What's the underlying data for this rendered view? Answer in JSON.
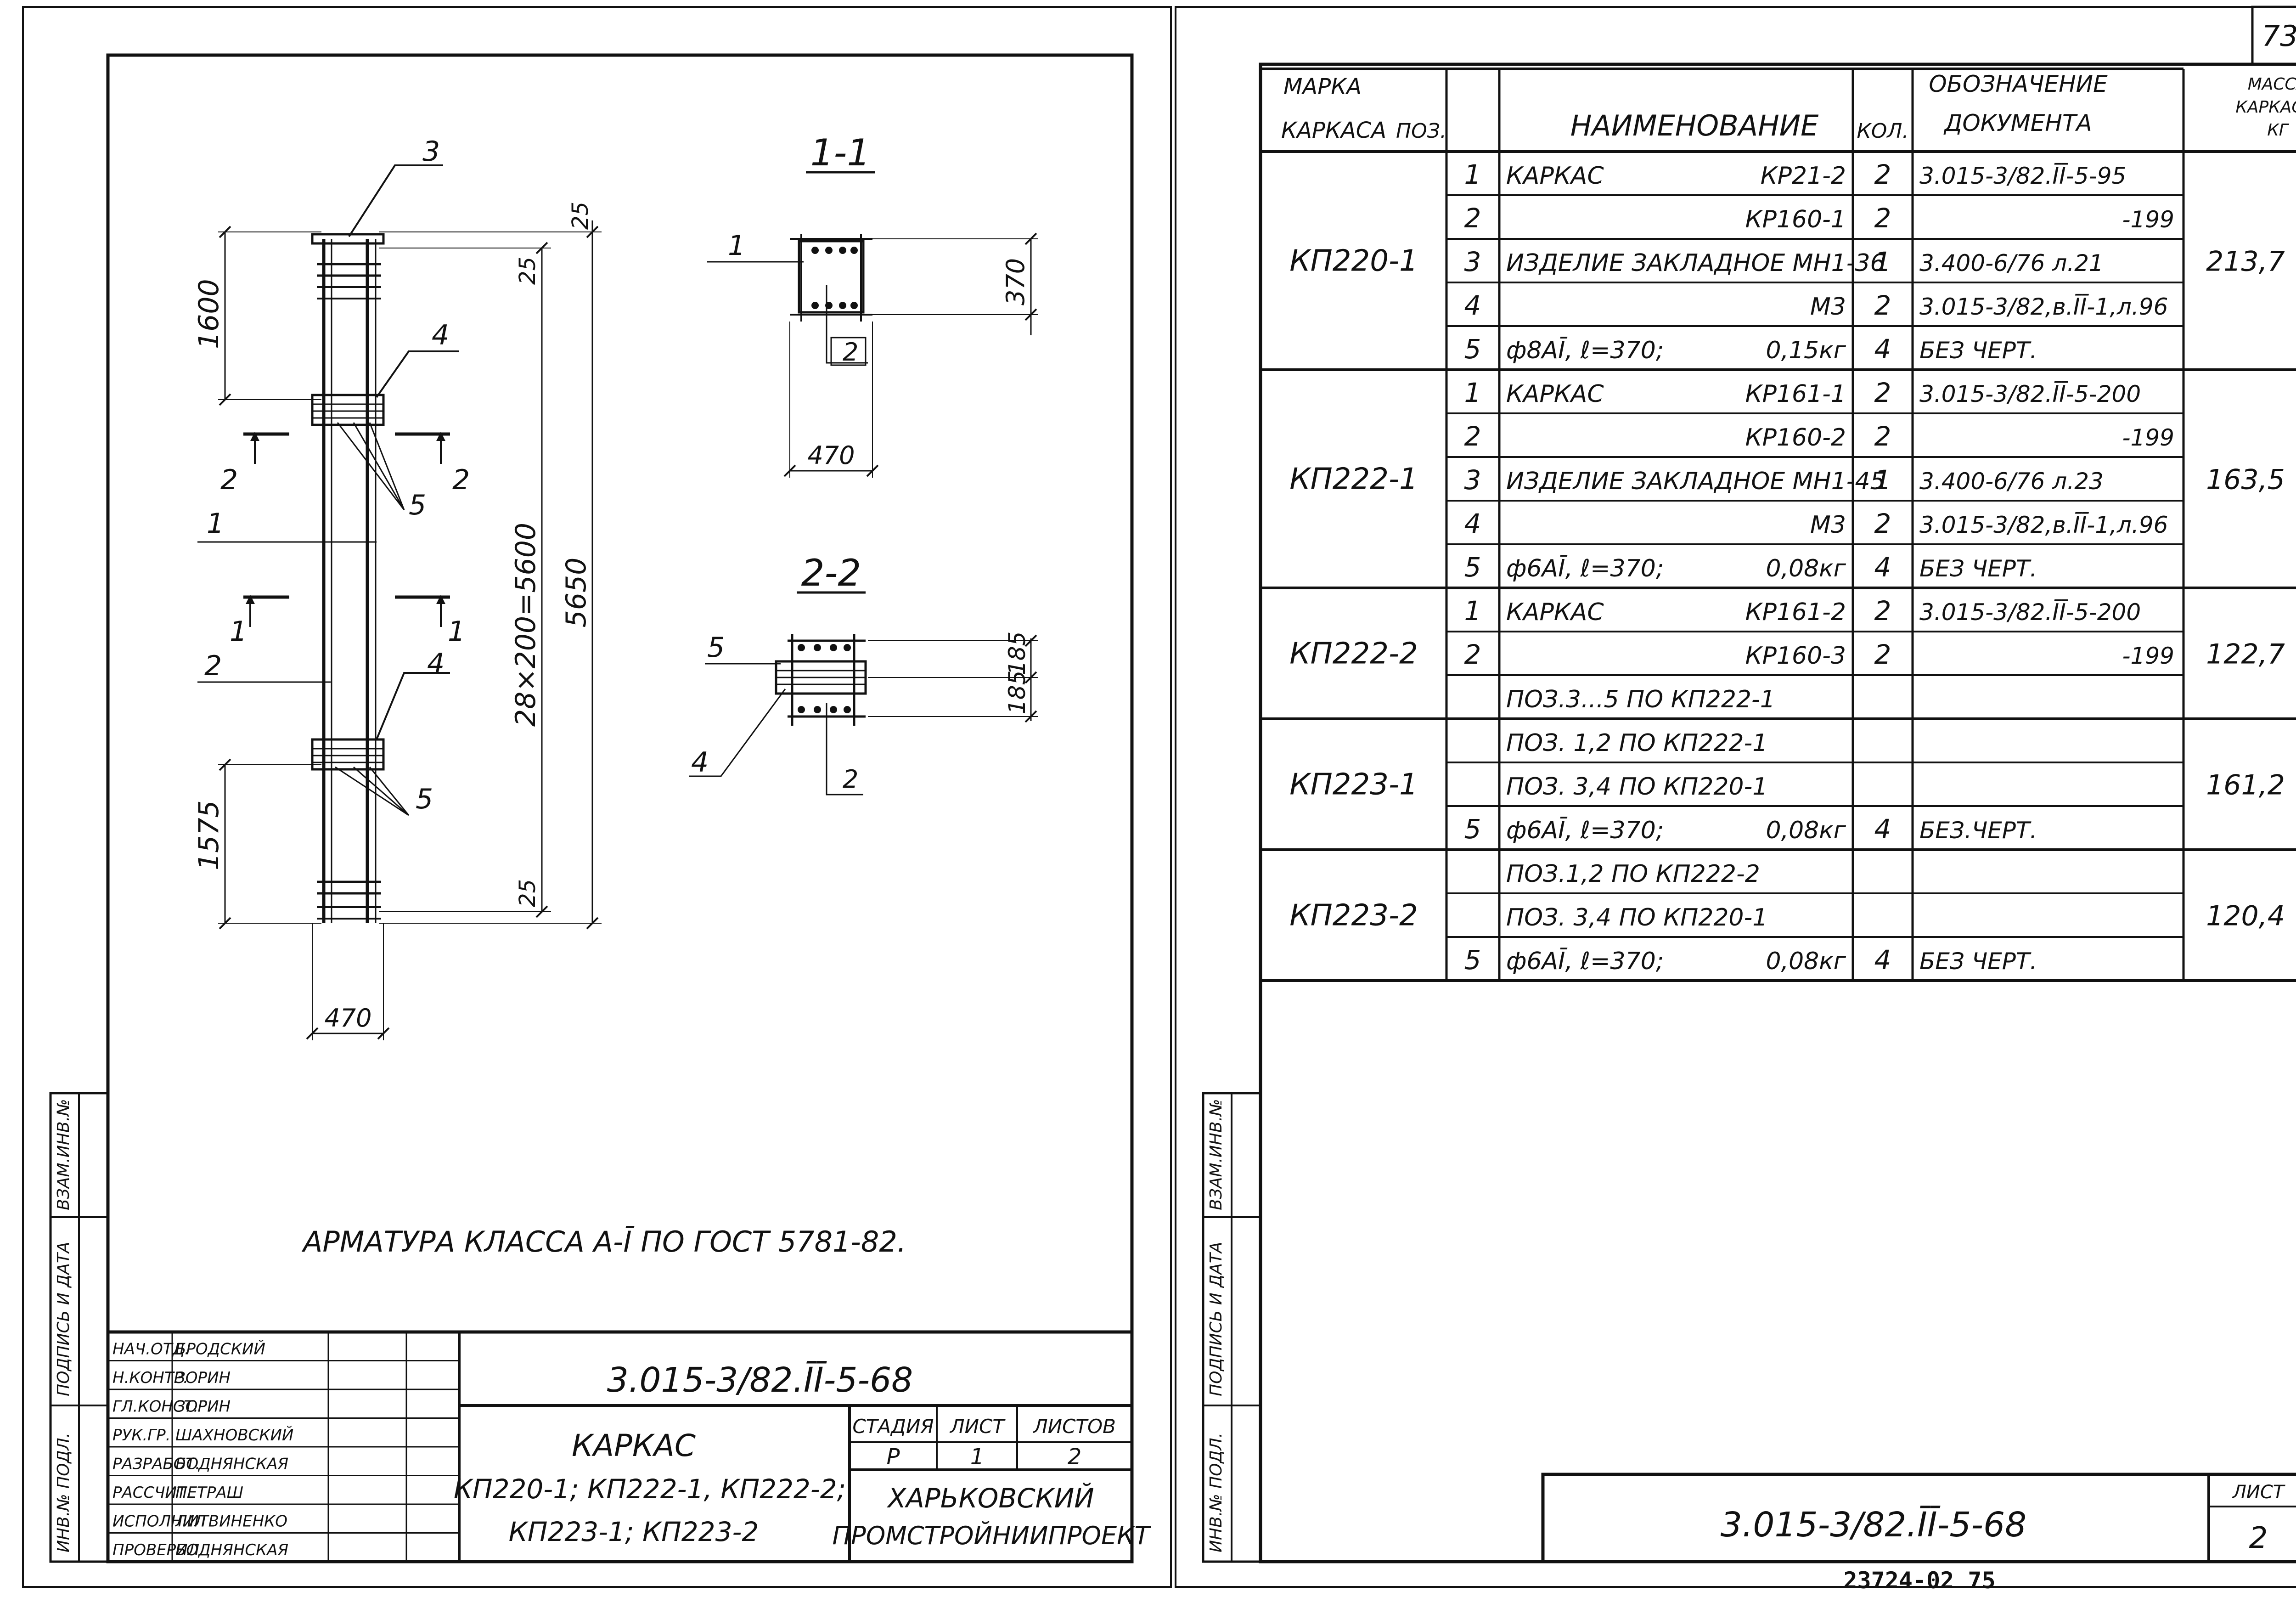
{
  "sheet_number_top": "73",
  "left_sheet": {
    "drawing_labels": {
      "pos3": "3",
      "pos4a": "4",
      "pos5a": "5",
      "pos4b": "4",
      "pos5b": "5",
      "pos1": "1",
      "pos2": "2",
      "cut22_left": "2",
      "cut22_right": "2",
      "cut11_left": "1",
      "cut11_right": "1"
    },
    "dimensions": {
      "top25": "25",
      "inner25_top": "25",
      "d1600": "1600",
      "d5600": "28×200=5600",
      "d5650": "5650",
      "d1575": "1575",
      "inner25_bottom": "25",
      "d470": "470"
    },
    "section_1_1": {
      "title": "1-1",
      "pos1": "1",
      "pos2": "2",
      "h370": "370",
      "w470": "470"
    },
    "section_2_2": {
      "title": "2-2",
      "pos5": "5",
      "pos4": "4",
      "pos2": "2",
      "h185a": "185",
      "h185b": "185"
    },
    "note": "АРМАТУРА КЛАССА А-Ī ПО ГОСТ 5781-82.",
    "side_stamp": [
      "ИНВ.№ ПОДЛ.",
      "ПОДПИСЬ И ДАТА",
      "ВЗАМ.ИНВ.№"
    ],
    "title_block": {
      "roles": [
        {
          "role": "НАЧ.ОТД.",
          "name": "БРОДСКИЙ"
        },
        {
          "role": "Н.КОНТР.",
          "name": "ЗОРИН"
        },
        {
          "role": "ГЛ.КОНСТ.",
          "name": "ЗОРИН"
        },
        {
          "role": "РУК.ГР.",
          "name": "ШАХНОВСКИЙ"
        },
        {
          "role": "РАЗРАБОТ.",
          "name": "БОДНЯНСКАЯ"
        },
        {
          "role": "РАССЧИТ.",
          "name": "ПЕТРАШ"
        },
        {
          "role": "ИСПОЛНИЛ",
          "name": "ЛИТВИНЕНКО"
        },
        {
          "role": "ПРОВЕРИЛ",
          "name": "БОДНЯНСКАЯ"
        }
      ],
      "doc_code": "3.015-3/82.ĪĪ-5-68",
      "name_title": "КАРКАС",
      "name_line1": "КП220-1; КП222-1, КП222-2;",
      "name_line2": "КП223-1; КП223-2",
      "stage_hdr": "СТАДИЯ",
      "sheet_hdr": "ЛИСТ",
      "sheets_hdr": "ЛИСТОВ",
      "stage_val": "Р",
      "sheet_val": "1",
      "sheets_val": "2",
      "org_line1": "ХАРЬКОВСКИЙ",
      "org_line2": "ПРОМСТРОЙНИИПРОЕКТ"
    }
  },
  "right_sheet": {
    "table_headers": {
      "mark": [
        "МАРКА",
        "КАРКАСА"
      ],
      "pos": "ПОЗ.",
      "name": "НАИМЕНОВАНИЕ",
      "qty": "КОЛ.",
      "doc": [
        "ОБОЗНАЧЕНИЕ",
        "ДОКУМЕНТА"
      ],
      "mass": [
        "МАССА",
        "КАРКАСА,",
        "КГ"
      ]
    },
    "groups": [
      {
        "mark": "КП220-1",
        "mass": "213,7",
        "rows": [
          {
            "pos": "1",
            "name_l": "КАРКАС",
            "name_r": "КР21-2",
            "qty": "2",
            "doc": "3.015-3/82.ĪĪ-5-95"
          },
          {
            "pos": "2",
            "name_l": "",
            "name_r": "КР160-1",
            "qty": "2",
            "doc": "-199"
          },
          {
            "pos": "3",
            "name_l": "ИЗДЕЛИЕ ЗАКЛАДНОЕ МН1-36",
            "name_r": "",
            "qty": "1",
            "doc": "3.400-6/76 л.21"
          },
          {
            "pos": "4",
            "name_l": "",
            "name_r": "М3",
            "qty": "2",
            "doc": "3.015-3/82,в.ĪĪ-1,л.96"
          },
          {
            "pos": "5",
            "name_l": "ф8АĪ, ℓ=370;",
            "name_r": "0,15кг",
            "qty": "4",
            "doc": "БЕЗ ЧЕРТ."
          }
        ]
      },
      {
        "mark": "КП222-1",
        "mass": "163,5",
        "rows": [
          {
            "pos": "1",
            "name_l": "КАРКАС",
            "name_r": "КР161-1",
            "qty": "2",
            "doc": "3.015-3/82.ĪĪ-5-200"
          },
          {
            "pos": "2",
            "name_l": "",
            "name_r": "КР160-2",
            "qty": "2",
            "doc": "-199"
          },
          {
            "pos": "3",
            "name_l": "ИЗДЕЛИЕ ЗАКЛАДНОЕ МН1-45",
            "name_r": "",
            "qty": "1",
            "doc": "3.400-6/76 л.23"
          },
          {
            "pos": "4",
            "name_l": "",
            "name_r": "М3",
            "qty": "2",
            "doc": "3.015-3/82,в.ĪĪ-1,л.96"
          },
          {
            "pos": "5",
            "name_l": "ф6АĪ, ℓ=370;",
            "name_r": "0,08кг",
            "qty": "4",
            "doc": "БЕЗ ЧЕРТ."
          }
        ]
      },
      {
        "mark": "КП222-2",
        "mass": "122,7",
        "rows": [
          {
            "pos": "1",
            "name_l": "КАРКАС",
            "name_r": "КР161-2",
            "qty": "2",
            "doc": "3.015-3/82.ĪĪ-5-200"
          },
          {
            "pos": "2",
            "name_l": "",
            "name_r": "КР160-3",
            "qty": "2",
            "doc": "-199"
          },
          {
            "pos": "",
            "name_l": "ПОЗ.3...5 ПО КП222-1",
            "name_r": "",
            "qty": "",
            "doc": ""
          }
        ]
      },
      {
        "mark": "КП223-1",
        "mass": "161,2",
        "rows": [
          {
            "pos": "",
            "name_l": "ПОЗ. 1,2 ПО КП222-1",
            "name_r": "",
            "qty": "",
            "doc": ""
          },
          {
            "pos": "",
            "name_l": "ПОЗ. 3,4 ПО КП220-1",
            "name_r": "",
            "qty": "",
            "doc": ""
          },
          {
            "pos": "5",
            "name_l": "ф6АĪ, ℓ=370;",
            "name_r": "0,08кг",
            "qty": "4",
            "doc": "БЕЗ.ЧЕРТ."
          }
        ]
      },
      {
        "mark": "КП223-2",
        "mass": "120,4",
        "rows": [
          {
            "pos": "",
            "name_l": "ПОЗ.1,2 ПО КП222-2",
            "name_r": "",
            "qty": "",
            "doc": ""
          },
          {
            "pos": "",
            "name_l": "ПОЗ. 3,4 ПО КП220-1",
            "name_r": "",
            "qty": "",
            "doc": ""
          },
          {
            "pos": "5",
            "name_l": "ф6АĪ, ℓ=370;",
            "name_r": "0,08кг",
            "qty": "4",
            "doc": "БЕЗ ЧЕРТ."
          }
        ]
      }
    ],
    "side_stamp": [
      "ИНВ.№ ПОДЛ.",
      "ПОДПИСЬ И ДАТА",
      "ВЗАМ.ИНВ.№"
    ],
    "bottom_doc_code": "3.015-3/82.ĪĪ-5-68",
    "sheet_label": "ЛИСТ",
    "sheet_value": "2"
  },
  "archive_number": "23724-02  75"
}
